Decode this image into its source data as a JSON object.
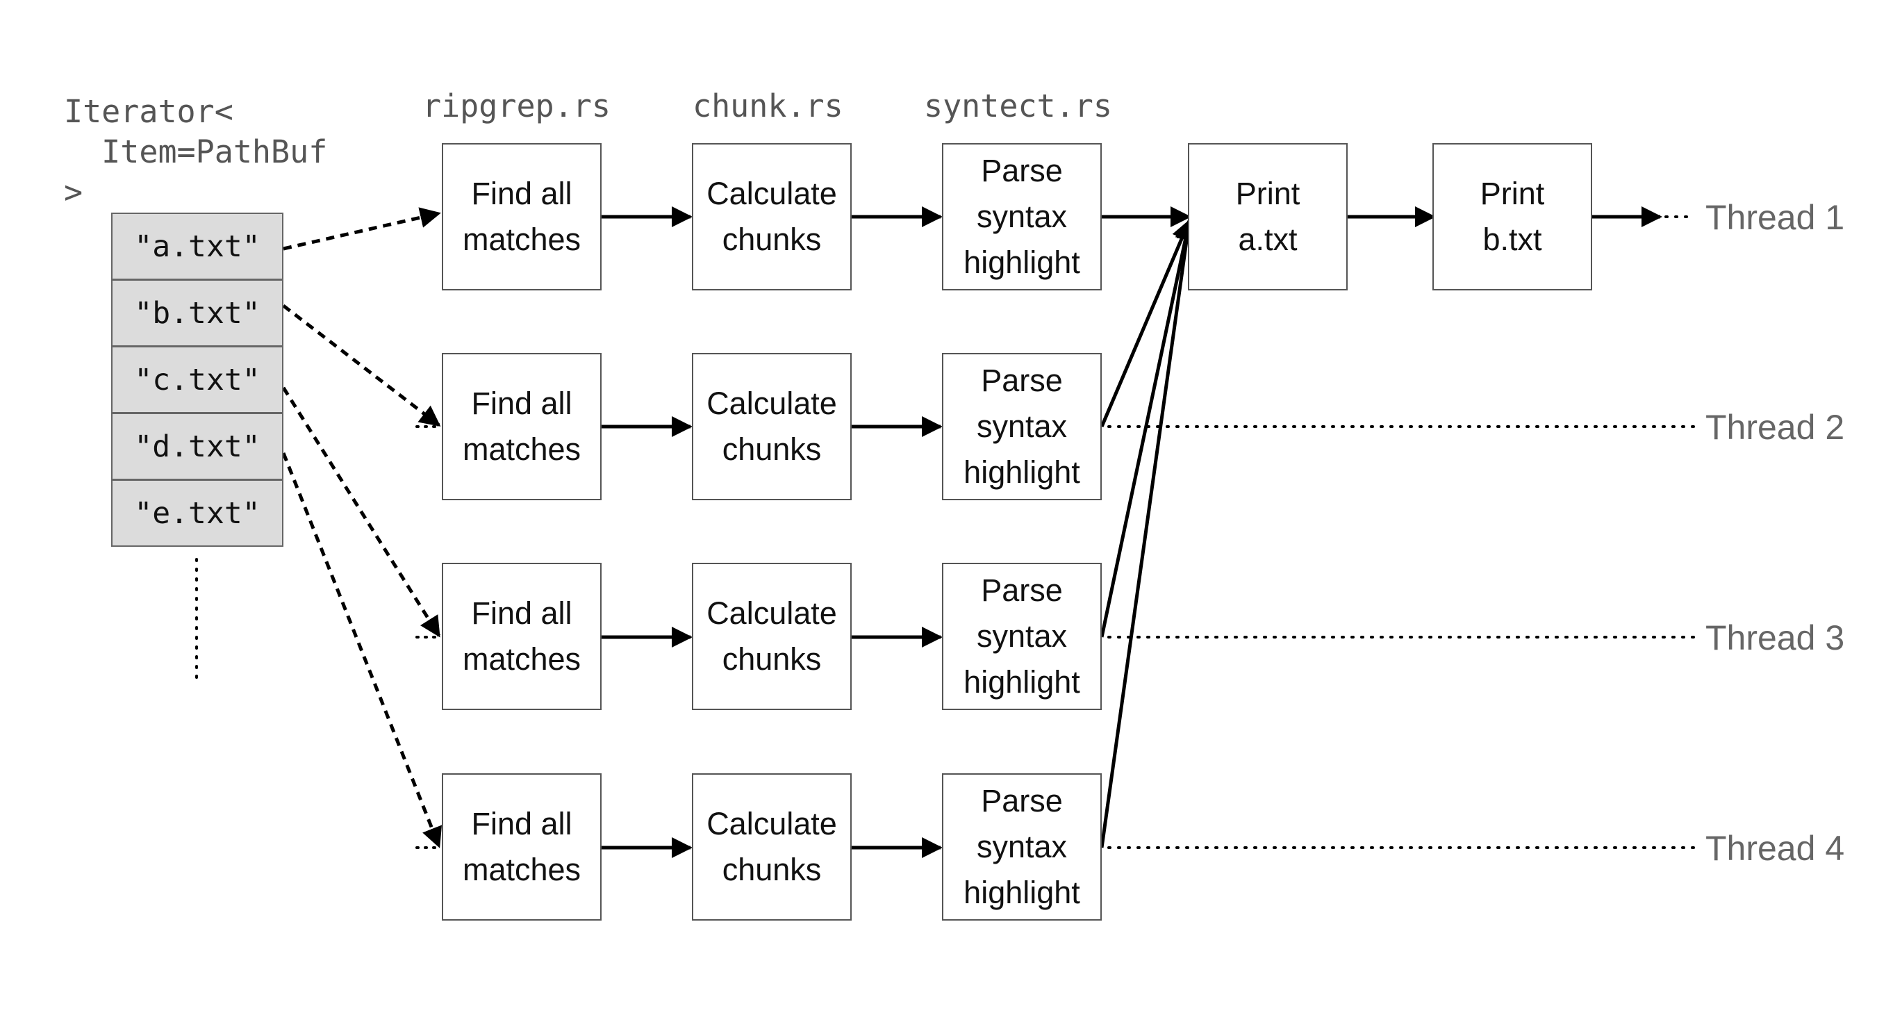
{
  "headers": {
    "ripgrep": "ripgrep.rs",
    "chunk": "chunk.rs",
    "syntect": "syntect.rs"
  },
  "iterator": {
    "line1": "Iterator<",
    "line2": "  Item=PathBuf",
    "line3": ">"
  },
  "files": [
    "\"a.txt\"",
    "\"b.txt\"",
    "\"c.txt\"",
    "\"d.txt\"",
    "\"e.txt\""
  ],
  "stages": {
    "find": [
      "Find all",
      "matches"
    ],
    "calc": [
      "Calculate",
      "chunks"
    ],
    "parse": [
      "Parse",
      "syntax",
      "highlight"
    ]
  },
  "print": {
    "a": [
      "Print",
      "a.txt"
    ],
    "b": [
      "Print",
      "b.txt"
    ]
  },
  "threads": [
    "Thread 1",
    "Thread 2",
    "Thread 3",
    "Thread 4"
  ]
}
